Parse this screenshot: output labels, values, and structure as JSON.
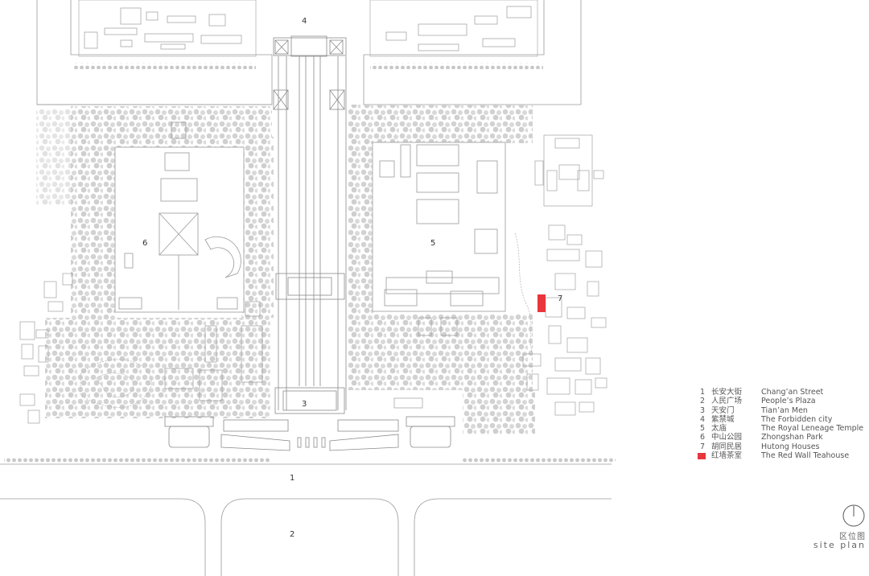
{
  "map": {
    "labels": {
      "chang_an_street": "1",
      "peoples_plaza": "2",
      "tian_an_men": "3",
      "forbidden_city": "4",
      "royal_temple": "5",
      "zhongshan_park": "6",
      "hutong_houses": "7"
    }
  },
  "legend": {
    "items": [
      {
        "num": "1",
        "zh": "长安大街",
        "en": "Chang’an Street"
      },
      {
        "num": "2",
        "zh": "人民广场",
        "en": "People’s Plaza"
      },
      {
        "num": "3",
        "zh": "天安门",
        "en": "Tian’an Men"
      },
      {
        "num": "4",
        "zh": "紫禁城",
        "en": "The Forbidden city"
      },
      {
        "num": "5",
        "zh": "太庙",
        "en": "The Royal Leneage Temple"
      },
      {
        "num": "6",
        "zh": "中山公园",
        "en": "Zhongshan Park"
      },
      {
        "num": "7",
        "zh": "胡同民居",
        "en": "Hutong Houses"
      },
      {
        "num": "",
        "zh": "红墙茶室",
        "en": "The Red Wall Teahouse"
      }
    ],
    "highlight_color": "#e8363b"
  },
  "site_plan": {
    "zh": "区位图",
    "en": "site plan",
    "icon": "north-arrow-icon"
  }
}
